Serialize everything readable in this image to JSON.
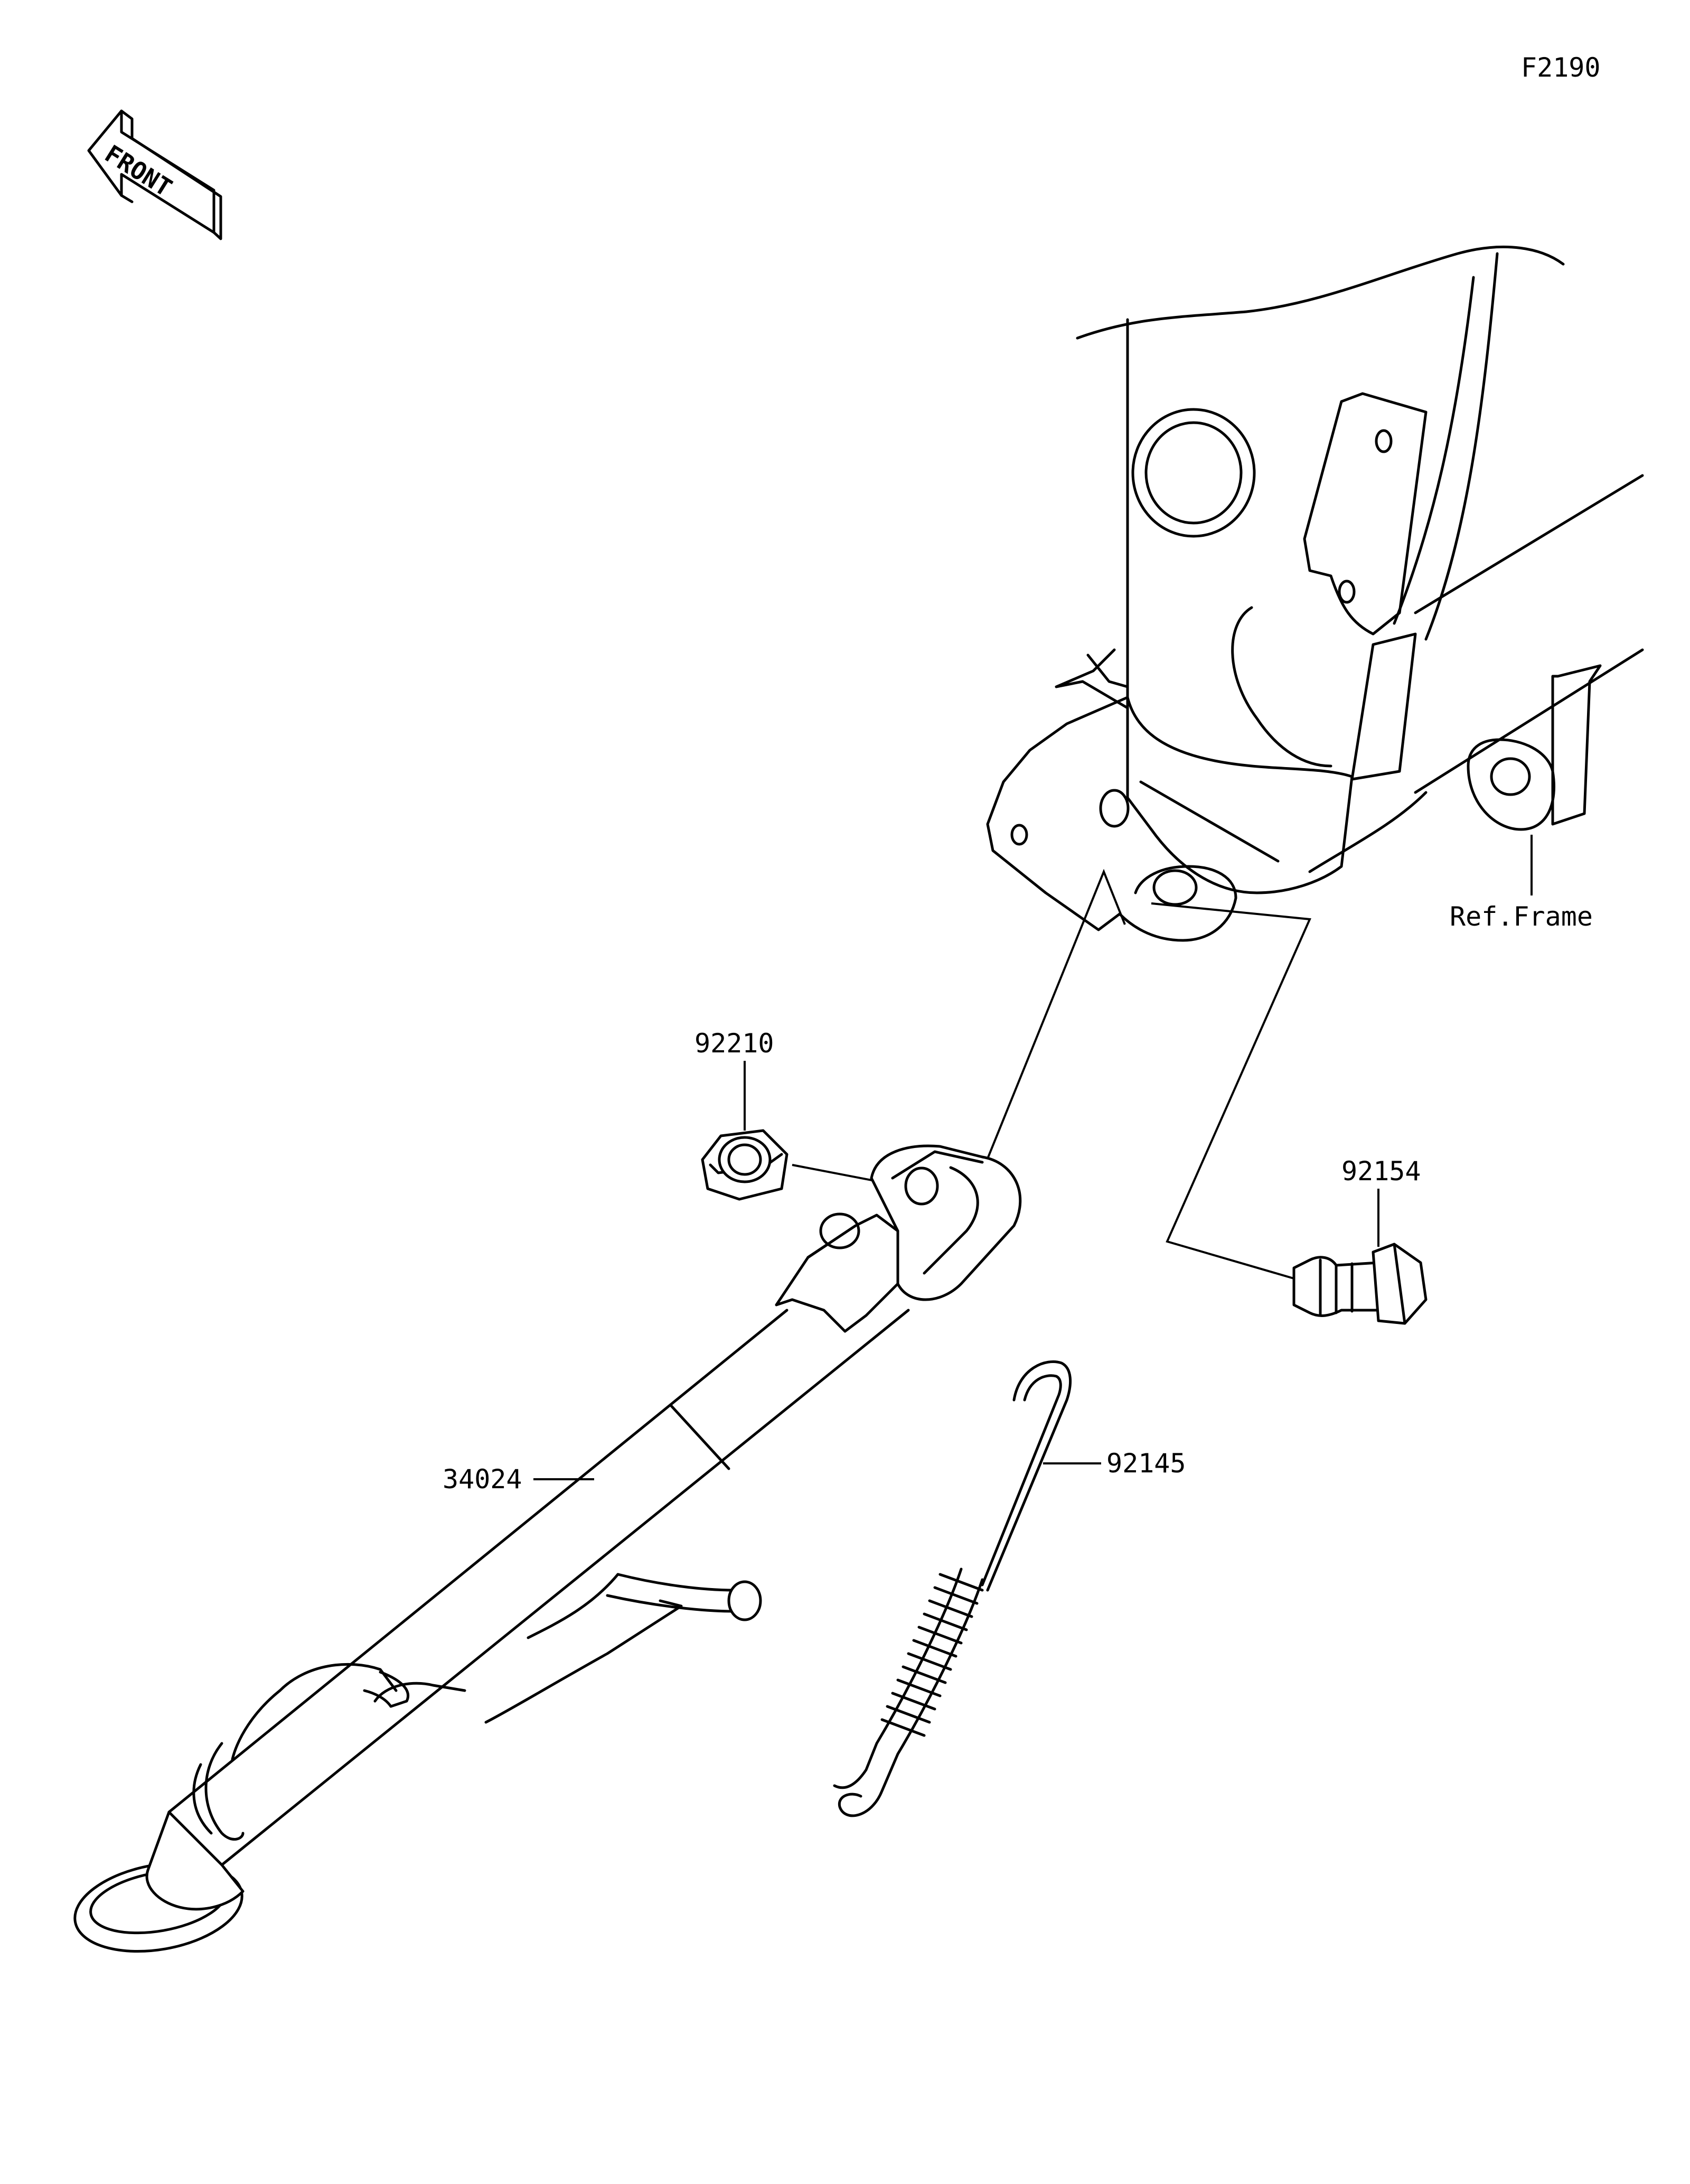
{
  "figure_code": "F2190",
  "front_arrow": {
    "text": "FRONT",
    "icon": "front-direction-arrow-icon"
  },
  "callouts": {
    "ref_frame": "Ref.Frame",
    "p92210": "92210",
    "p92154": "92154",
    "p92145": "92145",
    "p34024": "34024"
  }
}
